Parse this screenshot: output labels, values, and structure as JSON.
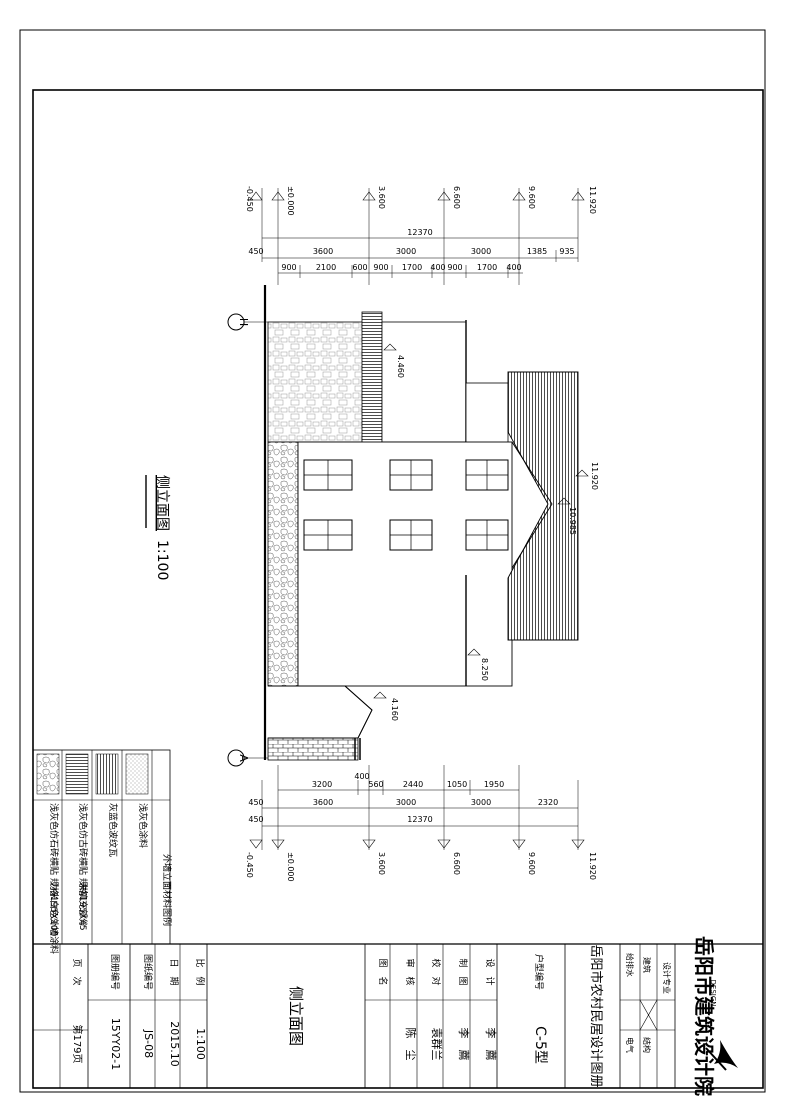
{
  "elevation_levels": [
    "-0.450",
    "±0.000",
    "3.600",
    "6.600",
    "9.600",
    "11.920"
  ],
  "top_dims": {
    "total": "12370",
    "row1": [
      "450",
      "3600",
      "3000",
      "3000",
      "1385",
      "935"
    ],
    "row2": [
      "900",
      "2100",
      "600",
      "900",
      "1700",
      "400",
      "900",
      "1700",
      "400"
    ]
  },
  "bottom_dims": {
    "total": "12370",
    "row1": [
      "450",
      "3600",
      "3000",
      "3000",
      "2320"
    ],
    "row2": [
      "3200",
      "400",
      "560",
      "2440",
      "1050",
      "1950"
    ]
  },
  "axis": {
    "h": "H",
    "a": "A"
  },
  "spot_levels": {
    "l1": "4.460",
    "l2": "11.920",
    "l3": "10.985",
    "l4": "8.250",
    "l5": "4.160"
  },
  "drawing_title": "侧立面图",
  "drawing_scale": "1:100",
  "legend": {
    "title": "外墙立面材料图例",
    "items": [
      {
        "pattern": "dot",
        "desc": "浅灰色涂料",
        "note": ""
      },
      {
        "pattern": "vline",
        "desc": "灰蓝色波纹瓦",
        "note": ""
      },
      {
        "pattern": "brick",
        "desc": "浅灰色仿古砖横贴 规格195X45",
        "note": "未填充部分"
      },
      {
        "pattern": "stone",
        "desc": "浅灰色仿石砖横贴 规格195X100",
        "note": "为米白色外墙涂料"
      }
    ]
  },
  "titleblock": {
    "institute": "岳阳市建筑设计院",
    "logo": "DESIGN",
    "specialty_label": "设计专业",
    "specs": [
      "建筑",
      "结构",
      "给排水",
      "电气"
    ],
    "book": "岳阳市农村民居设计图册",
    "house_type_label": "户型编号",
    "house_type": "C-5型",
    "roles": [
      {
        "role": "设　计",
        "name": "李　薦"
      },
      {
        "role": "制　图",
        "name": "李　薦"
      },
      {
        "role": "校　对",
        "name": "袁群兰"
      },
      {
        "role": "审　核",
        "name": "陈　尘"
      }
    ],
    "drawing_name_label": "图　名",
    "drawing_name": "侧立面图",
    "scale_label": "比　例",
    "scale": "1:100",
    "date_label": "日　期",
    "date": "2015.10",
    "sheet_label": "图纸编号",
    "sheet": "JS-08",
    "atlas_label": "图册编号",
    "atlas": "15YY02-1",
    "page_label": "页　次",
    "page": "第179页"
  }
}
